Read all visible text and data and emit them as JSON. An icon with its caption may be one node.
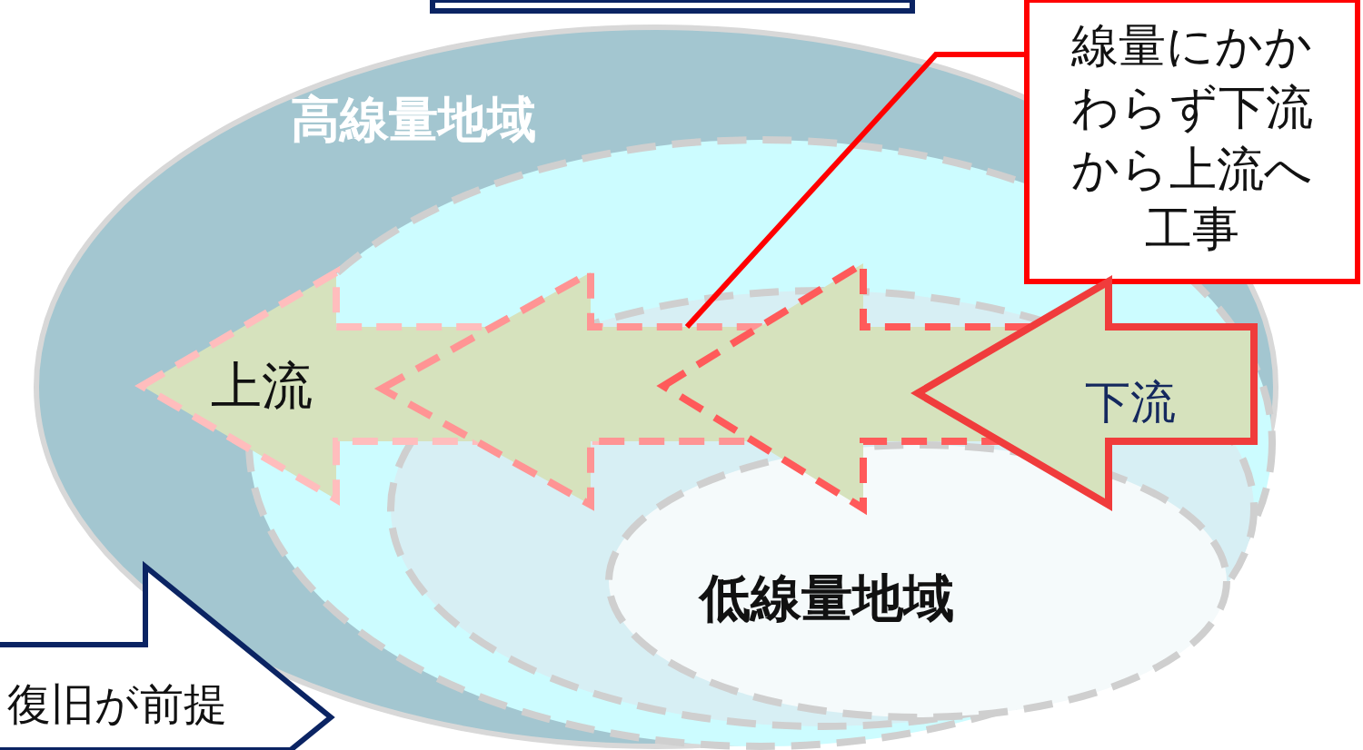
{
  "diagram": {
    "nodes": [
      {
        "text": [
          "高線量地域"
        ]
      },
      {
        "text": [],
        "shape": "ellipse",
        "in": 0
      },
      {
        "text": [],
        "shape": "ellipse",
        "in": 1
      },
      {
        "text": [
          "低線量地域"
        ],
        "in": 2
      },
      {
        "text": [],
        "shape": "box"
      },
      {
        "text": [
          "上流"
        ],
        "in": 0
      },
      {
        "text": [],
        "shape": "arrow",
        "in": 1
      },
      {
        "text": [],
        "shape": "arrow",
        "in": 1
      },
      {
        "text": [
          "下流"
        ],
        "in": 2
      },
      {
        "text": [
          "線量にかかわらず下流から上流へ工事"
        ]
      },
      {
        "text": [
          "復旧が前提"
        ]
      }
    ],
    "edges": [
      {
        "from": 9,
        "to": 6,
        "arrow": "none"
      }
    ]
  }
}
